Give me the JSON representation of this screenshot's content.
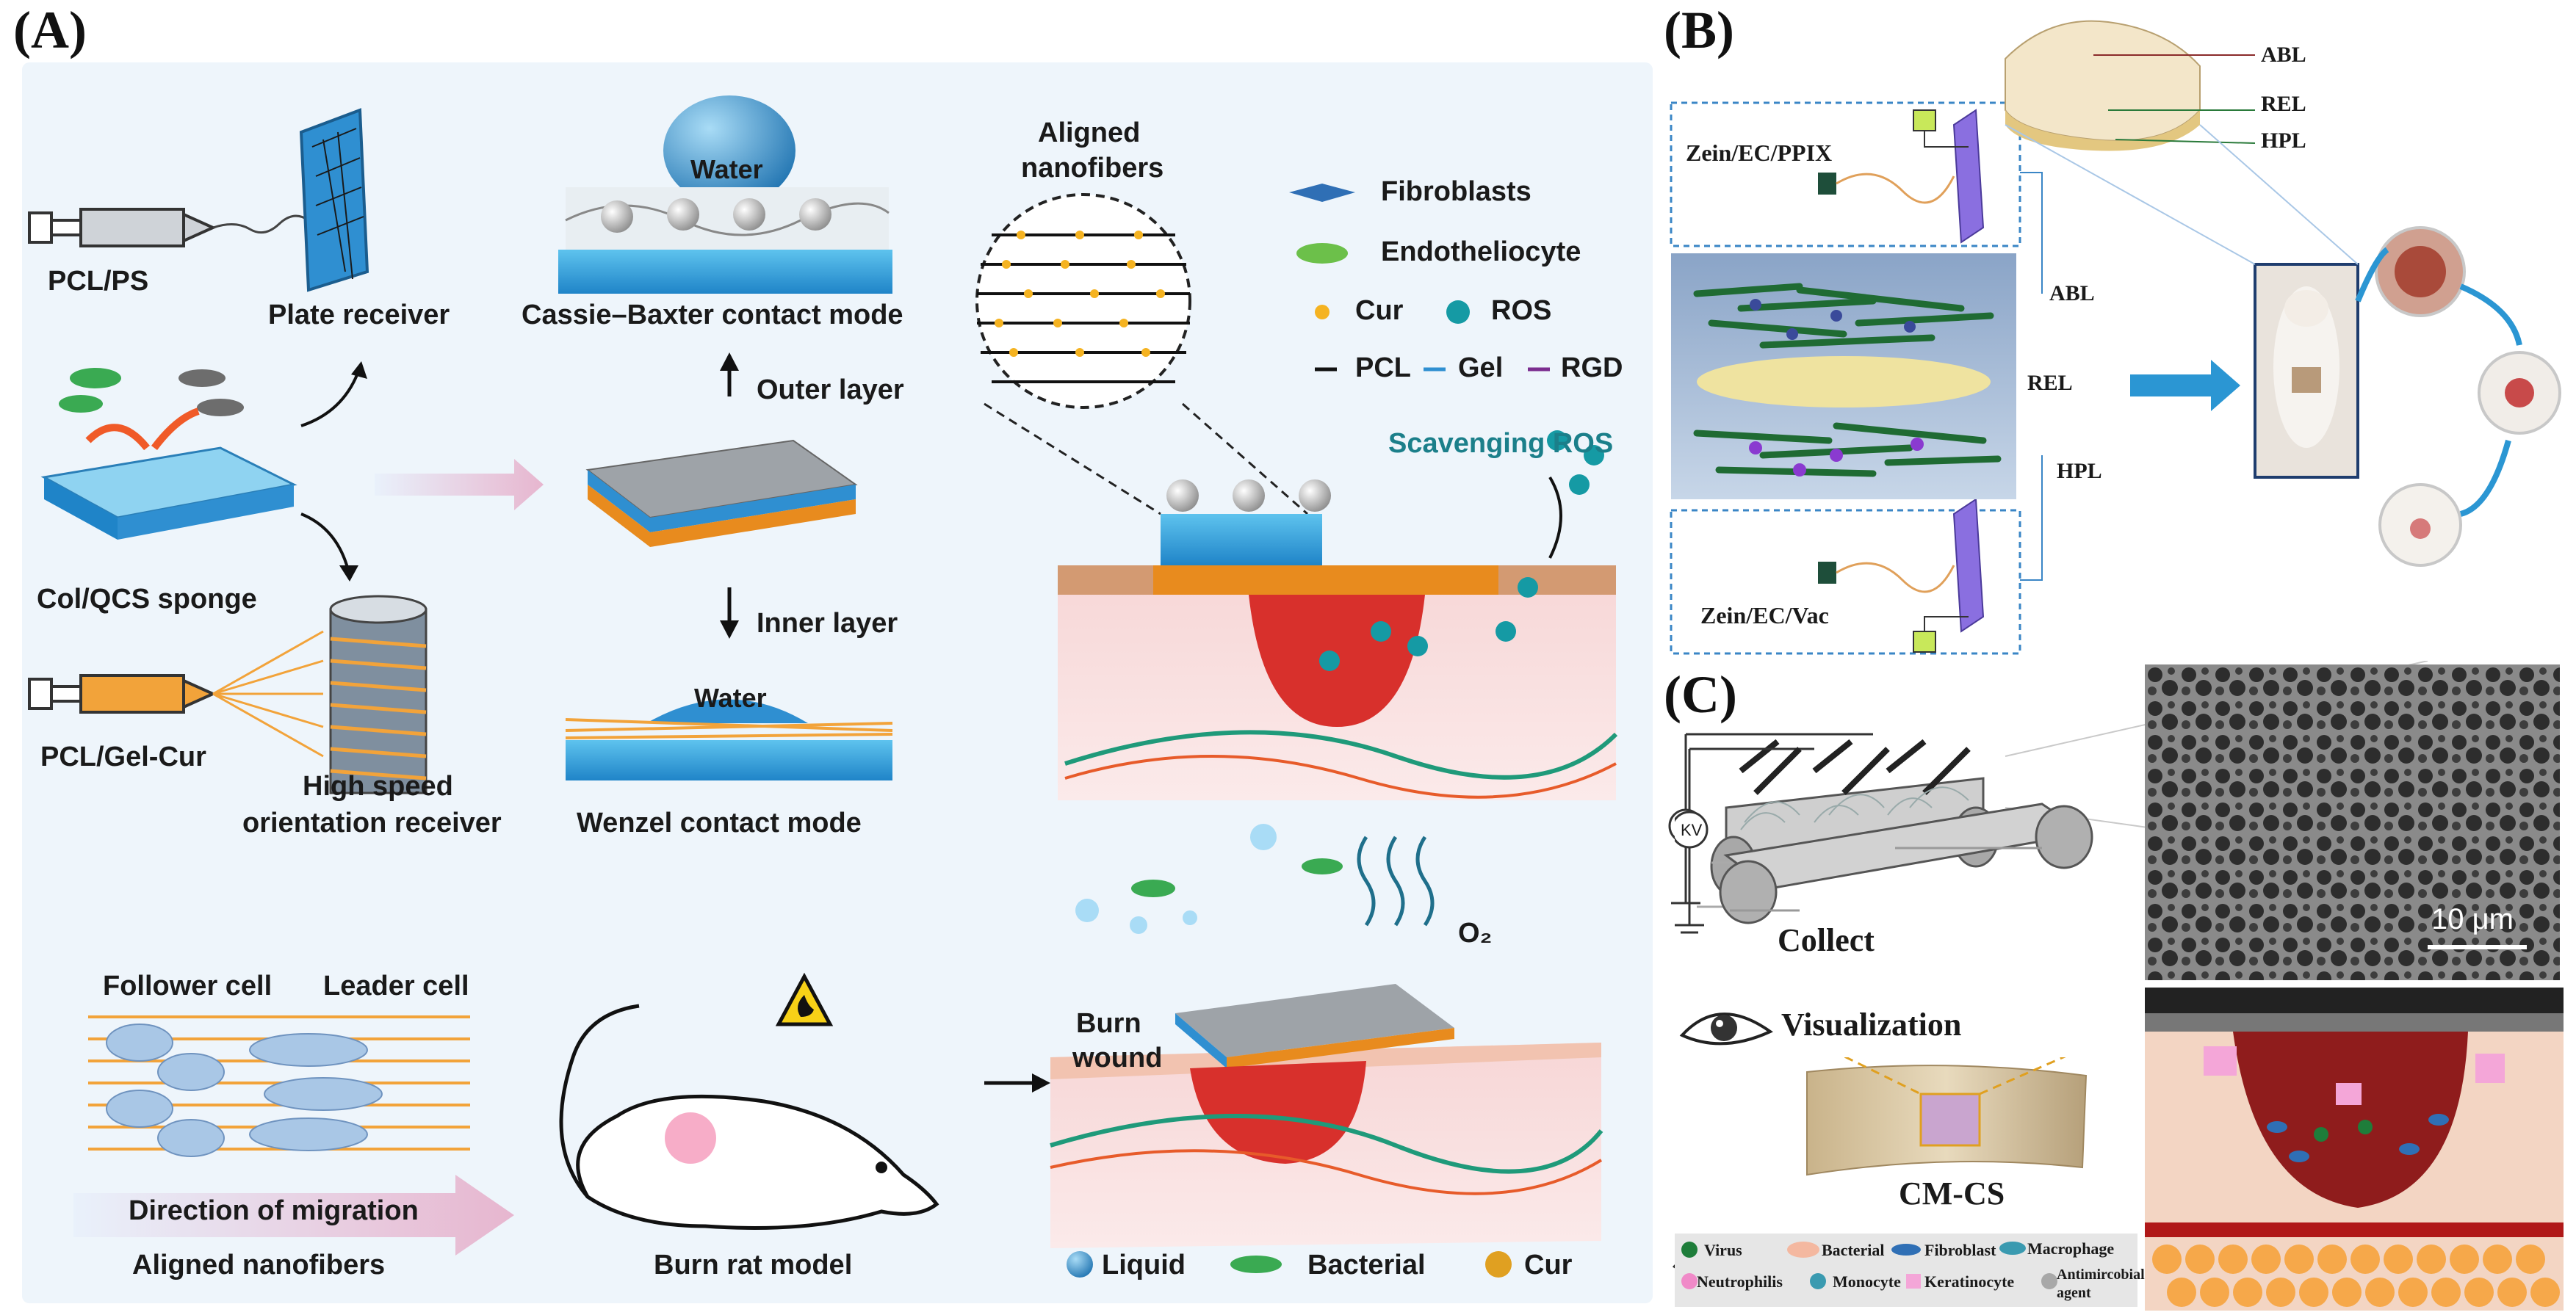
{
  "panels": {
    "a": {
      "letter": "(A)",
      "labels": {
        "pcl_ps": "PCL/PS",
        "plate_receiver": "Plate receiver",
        "col_qcs_sponge": "Col/QCS sponge",
        "pcl_gel_cur": "PCL/Gel-Cur",
        "high_speed_1": "High speed",
        "high_speed_2": "orientation receiver",
        "water_top": "Water",
        "cassie": "Cassie–Baxter contact mode",
        "outer_layer": "Outer layer",
        "inner_layer": "Inner layer",
        "water_bottom": "Water",
        "wenzel": "Wenzel contact mode",
        "aligned_1": "Aligned",
        "aligned_2": "nanofibers",
        "scavenging": "Scavenging ROS",
        "follower": "Follower cell",
        "leader": "Leader cell",
        "direction": "Direction of migration",
        "aligned_bottom": "Aligned nanofibers",
        "burn_rat": "Burn rat model",
        "burn_1": "Burn",
        "burn_2": "wound",
        "o2": "O₂"
      },
      "legend": {
        "fibroblasts": "Fibroblasts",
        "endotheliocyte": "Endotheliocyte",
        "cur": "Cur",
        "ros": "ROS",
        "pcl": "PCL",
        "gel": "Gel",
        "rgd": "RGD"
      },
      "bottom_legend": {
        "liquid": "Liquid",
        "bacterial": "Bacterial",
        "cur": "Cur"
      }
    },
    "b": {
      "letter": "(B)",
      "zein_ppix": "Zein/EC/PPIX",
      "zein_vac": "Zein/EC/Vac",
      "abl_side": "ABL",
      "rel_side": "REL",
      "hpl_side": "HPL",
      "abl_top": "ABL",
      "rel_top": "REL",
      "hpl_top": "HPL"
    },
    "c": {
      "letter": "(C)",
      "kv": "KV",
      "collect": "Collect",
      "scale": "10 μm",
      "visualization": "Visualization",
      "cmcs": "CM-CS",
      "legend": {
        "virus": "Virus",
        "bacterial": "Bacterial",
        "fibroblast": "Fibroblast",
        "macrophage": "Macrophage",
        "neutrophilis": "Neutrophilis",
        "monocyte": "Monocyte",
        "keratinocyte": "Keratinocyte",
        "antimicrobial_1": "Antimircobial",
        "antimicrobial_2": "agent"
      }
    }
  },
  "colors": {
    "panel_a_bg": "#eef5fb",
    "water_blue": "#2f8fd1",
    "fiber_orange": "#f2a33a",
    "wound_red": "#d8302c",
    "ros_teal": "#159aa4",
    "arrow_blue": "#2b96d3"
  }
}
